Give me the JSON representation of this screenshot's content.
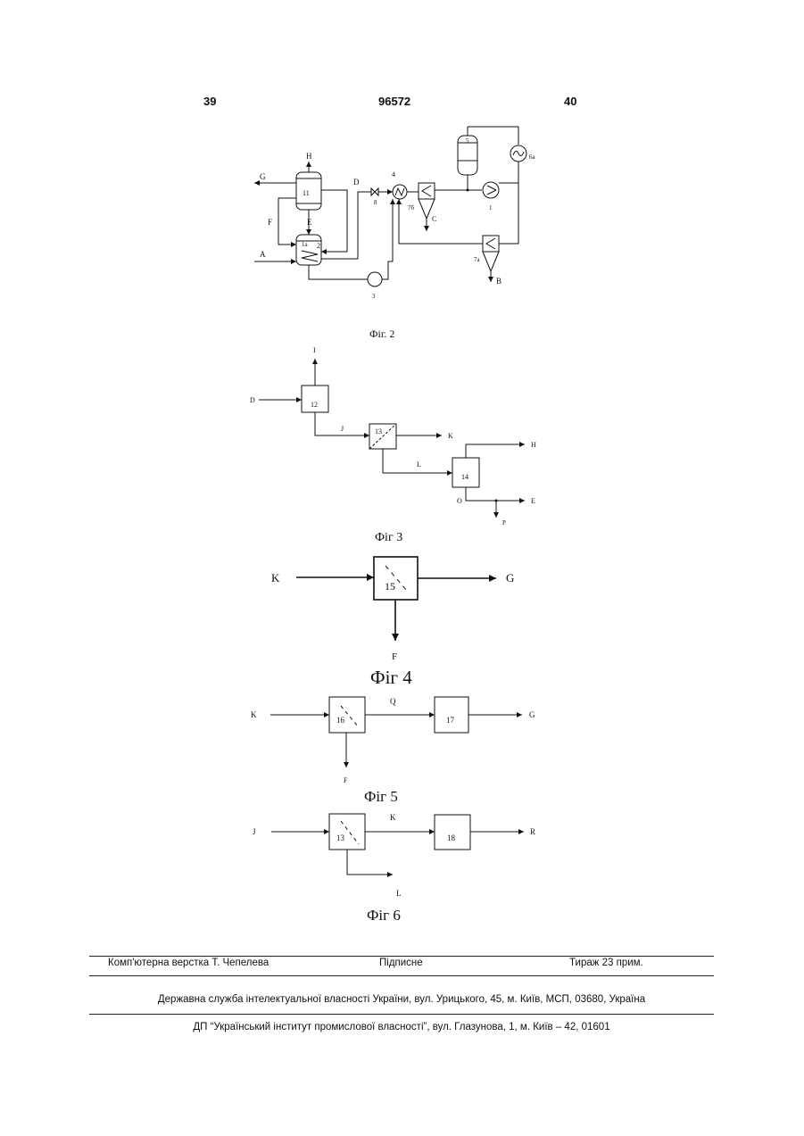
{
  "header": {
    "page_left": "39",
    "patent_number": "96572",
    "page_right": "40"
  },
  "fig2": {
    "caption": "Фіг. 2",
    "labels": {
      "G": "G",
      "H": "H",
      "D": "D",
      "F": "F",
      "E": "E",
      "A": "A",
      "B": "B",
      "C": "C",
      "n11": "11",
      "n1a": "1a",
      "n2": "2",
      "n8": "8",
      "n4": "4",
      "n7b": "7б",
      "n5": "5",
      "n6a": "6а",
      "n1": "1",
      "n7a": "7а",
      "n3": "3"
    }
  },
  "fig3": {
    "caption": "Фіг 3",
    "labels": {
      "I": "I",
      "D": "D",
      "n12": "12",
      "J": "J",
      "n13": "13",
      "K": "K",
      "L": "L",
      "n14": "14",
      "H": "H",
      "O": "O",
      "E": "E",
      "P": "P"
    }
  },
  "fig4": {
    "caption": "Фіг 4",
    "labels": {
      "K": "K",
      "n15": "15",
      "G": "G",
      "F": "F"
    }
  },
  "fig5": {
    "caption": "Фіг 5",
    "labels": {
      "K": "K",
      "n16": "16",
      "Q": "Q",
      "n17": "17",
      "G": "G",
      "F": "F"
    }
  },
  "fig6": {
    "caption": "Фіг 6",
    "labels": {
      "J": "J",
      "n13": "13",
      "K": "K",
      "n18": "18",
      "R": "R",
      "L": "L"
    }
  },
  "footer": {
    "layout": "Комп'ютерна верстка Т. Чепелева",
    "signed": "Підписне",
    "circulation": "Тираж 23 прим.",
    "agency": "Державна служба інтелектуальної власності України, вул. Урицького, 45, м. Київ, МСП, 03680, Україна",
    "institute": "ДП “Український інститут промислової власності”, вул. Глазунова, 1, м. Київ – 42, 01601"
  }
}
